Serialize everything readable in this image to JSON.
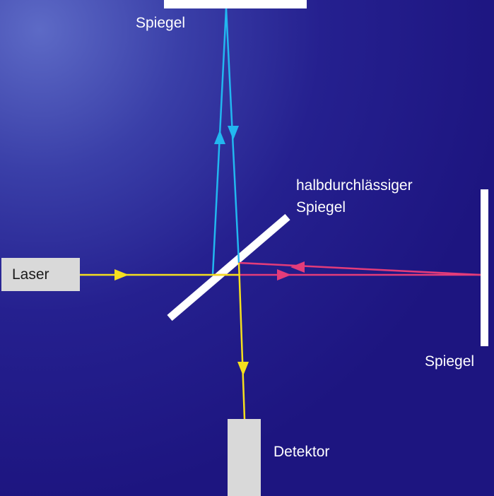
{
  "labels": {
    "mirror_top": "Spiegel",
    "beam_splitter_line1": "halbdurchlässiger",
    "beam_splitter_line2": "Spiegel",
    "laser": "Laser",
    "mirror_right": "Spiegel",
    "detector": "Detektor"
  },
  "colors": {
    "background": "#22198a",
    "mirror": "#ffffff",
    "box": "#d9d9d9",
    "beam_yellow": "#f5df1e",
    "beam_cyan": "#22b7f0",
    "beam_pink": "#e33c7a"
  }
}
